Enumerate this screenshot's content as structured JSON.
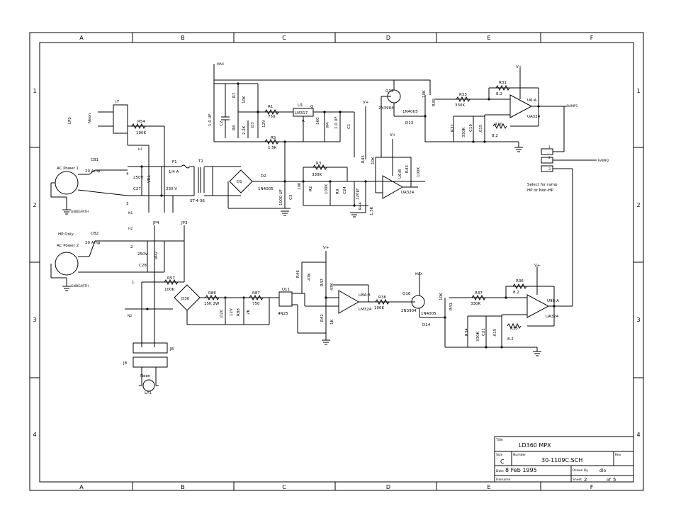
{
  "frame": {
    "columns": [
      "A",
      "B",
      "C",
      "D",
      "E",
      "F"
    ],
    "rows": [
      "1",
      "2",
      "3",
      "4"
    ]
  },
  "title_block": {
    "title_label": "Title",
    "title": "LD360 MPX",
    "size_label": "Size",
    "size": "C",
    "number_label": "Number",
    "number": "30-1109C.SCH",
    "rev_label": "Rev",
    "date_label": "Date",
    "date": "8 Feb 1995",
    "drawn_label": "Drawn By",
    "drawn": "dlo",
    "filename_label": "Filename",
    "sheet_label": "Sheet",
    "sheet": "2",
    "of_label": "of",
    "of": "5"
  },
  "labels": {
    "lp2": "LP2",
    "neon_top": "Neon",
    "j7": "J7",
    "r54": "R54",
    "r54v": "100K",
    "h1": "H1",
    "ac1": "AC Power 1",
    "cb1": "CB1",
    "cb1v": "20 Amp",
    "gnd1": "GNDEARTH",
    "f1": "F1",
    "f1v": "1/4 A",
    "t1": "T1",
    "t1p": "ST-4-36",
    "v230": "230 V",
    "vr1": "VR1",
    "v250a": "250V",
    "c27": "C27",
    "n1": "N1",
    "p4": "4",
    "p3": "3",
    "max1": "MAX",
    "r7": "R7",
    "r7v": "10K",
    "c2": "C2",
    "c2v": "1.0 UF",
    "r8": "R8",
    "r8v": "2.2K",
    "d3": "D3",
    "d3v": "12V",
    "r1": "R1",
    "r1v": "750",
    "u1": "U1",
    "u1v": "LM317",
    "uo": "O",
    "ua": "A",
    "r5": "R5",
    "r5v": "1.5K",
    "r4": "R4",
    "r4v": "160",
    "c1": "C1",
    "c1v": "1.0 UF",
    "d1": "D1",
    "d2": "D2",
    "d2v": "1N4005",
    "c3": "C3",
    "c3v": "1000 UF",
    "r3": "R3",
    "r3v": "330K",
    "r2": "R2",
    "r2v": "10K",
    "r9": "R9",
    "r9v": "100K",
    "c24": "C24",
    "c24v": "120pf",
    "r44": "R44",
    "r44v": "1.5K",
    "r45": "R45",
    "r45v": "10K",
    "vplus1": "V+",
    "vplus2": "V+",
    "u6b": "U6:B",
    "ua324a": "UA324",
    "r43": "R43",
    "r43v": "100K",
    "q13": "Q13",
    "q13v": "2N3904",
    "d13": "D13",
    "d13v": "1N4005",
    "r39": "R39",
    "r39v": "10K",
    "r33": "R33",
    "r33v": "330K",
    "r31": "R31",
    "r31v": "8.2",
    "u6a": "U6:A",
    "ua324b": "UA324",
    "vplus3": "V+",
    "r32": "R32",
    "r32v": "330K",
    "c19": "C19",
    "c19v": ".015",
    "r30": "R30",
    "r30v": "8.2",
    "ramp1": "RAMP1",
    "ramp2": "RAMP2",
    "sel1": "Select for ramp",
    "sel2": "HP or Non-HP",
    "hponly": "HP Only",
    "ac2": "AC Power 2",
    "cb2": "CB2",
    "cb2v": "20 Amp",
    "gnd2": "GNDEARTH",
    "jp4": "JP4",
    "jp3": "JP3",
    "h2": "H2",
    "p2": "2",
    "p1": "1",
    "vr2": "VR2",
    "v250b": "250V",
    "c28": "C28",
    "r57": "R57",
    "r57v": "100K",
    "d30": "D30",
    "n2": "N2",
    "r86": "R86",
    "r86v": "15K 2W",
    "d20": "D20",
    "d20v": "12V",
    "r88": "R88",
    "r88v": "2K",
    "r87": "R87",
    "r87v": "750",
    "u11": "U11",
    "u11v": "4N25",
    "r46": "R46",
    "r46v": "47K",
    "r47": "R47",
    "r47v": "47K",
    "r42": "R42",
    "r42v": "1K",
    "vplus4": "V+",
    "u8b": "U8A:B",
    "lm324": "LM324",
    "r38": "R38",
    "r38v": "100K",
    "q16": "Q16",
    "q16v": "2N3904",
    "d14": "D14",
    "d14v": "1N4005",
    "max2": "MAX",
    "r41": "R41",
    "r41v": "10K",
    "r37": "R37",
    "r37v": "330K",
    "r36": "R36",
    "r36v": "8.2",
    "u9a": "U9B:A",
    "ua324c": "UA324",
    "vplus5": "V+",
    "r34": "R34",
    "r34v": "330K",
    "c21": "C21",
    "c21v": ".015",
    "r35": "R35",
    "r35v": "8.2",
    "j8a": "J8",
    "j8b": "J8",
    "neon_bot": "Neon",
    "lp1": "LP1",
    "jp_1": "1",
    "jp_2": "2",
    "jp_3": "3"
  }
}
